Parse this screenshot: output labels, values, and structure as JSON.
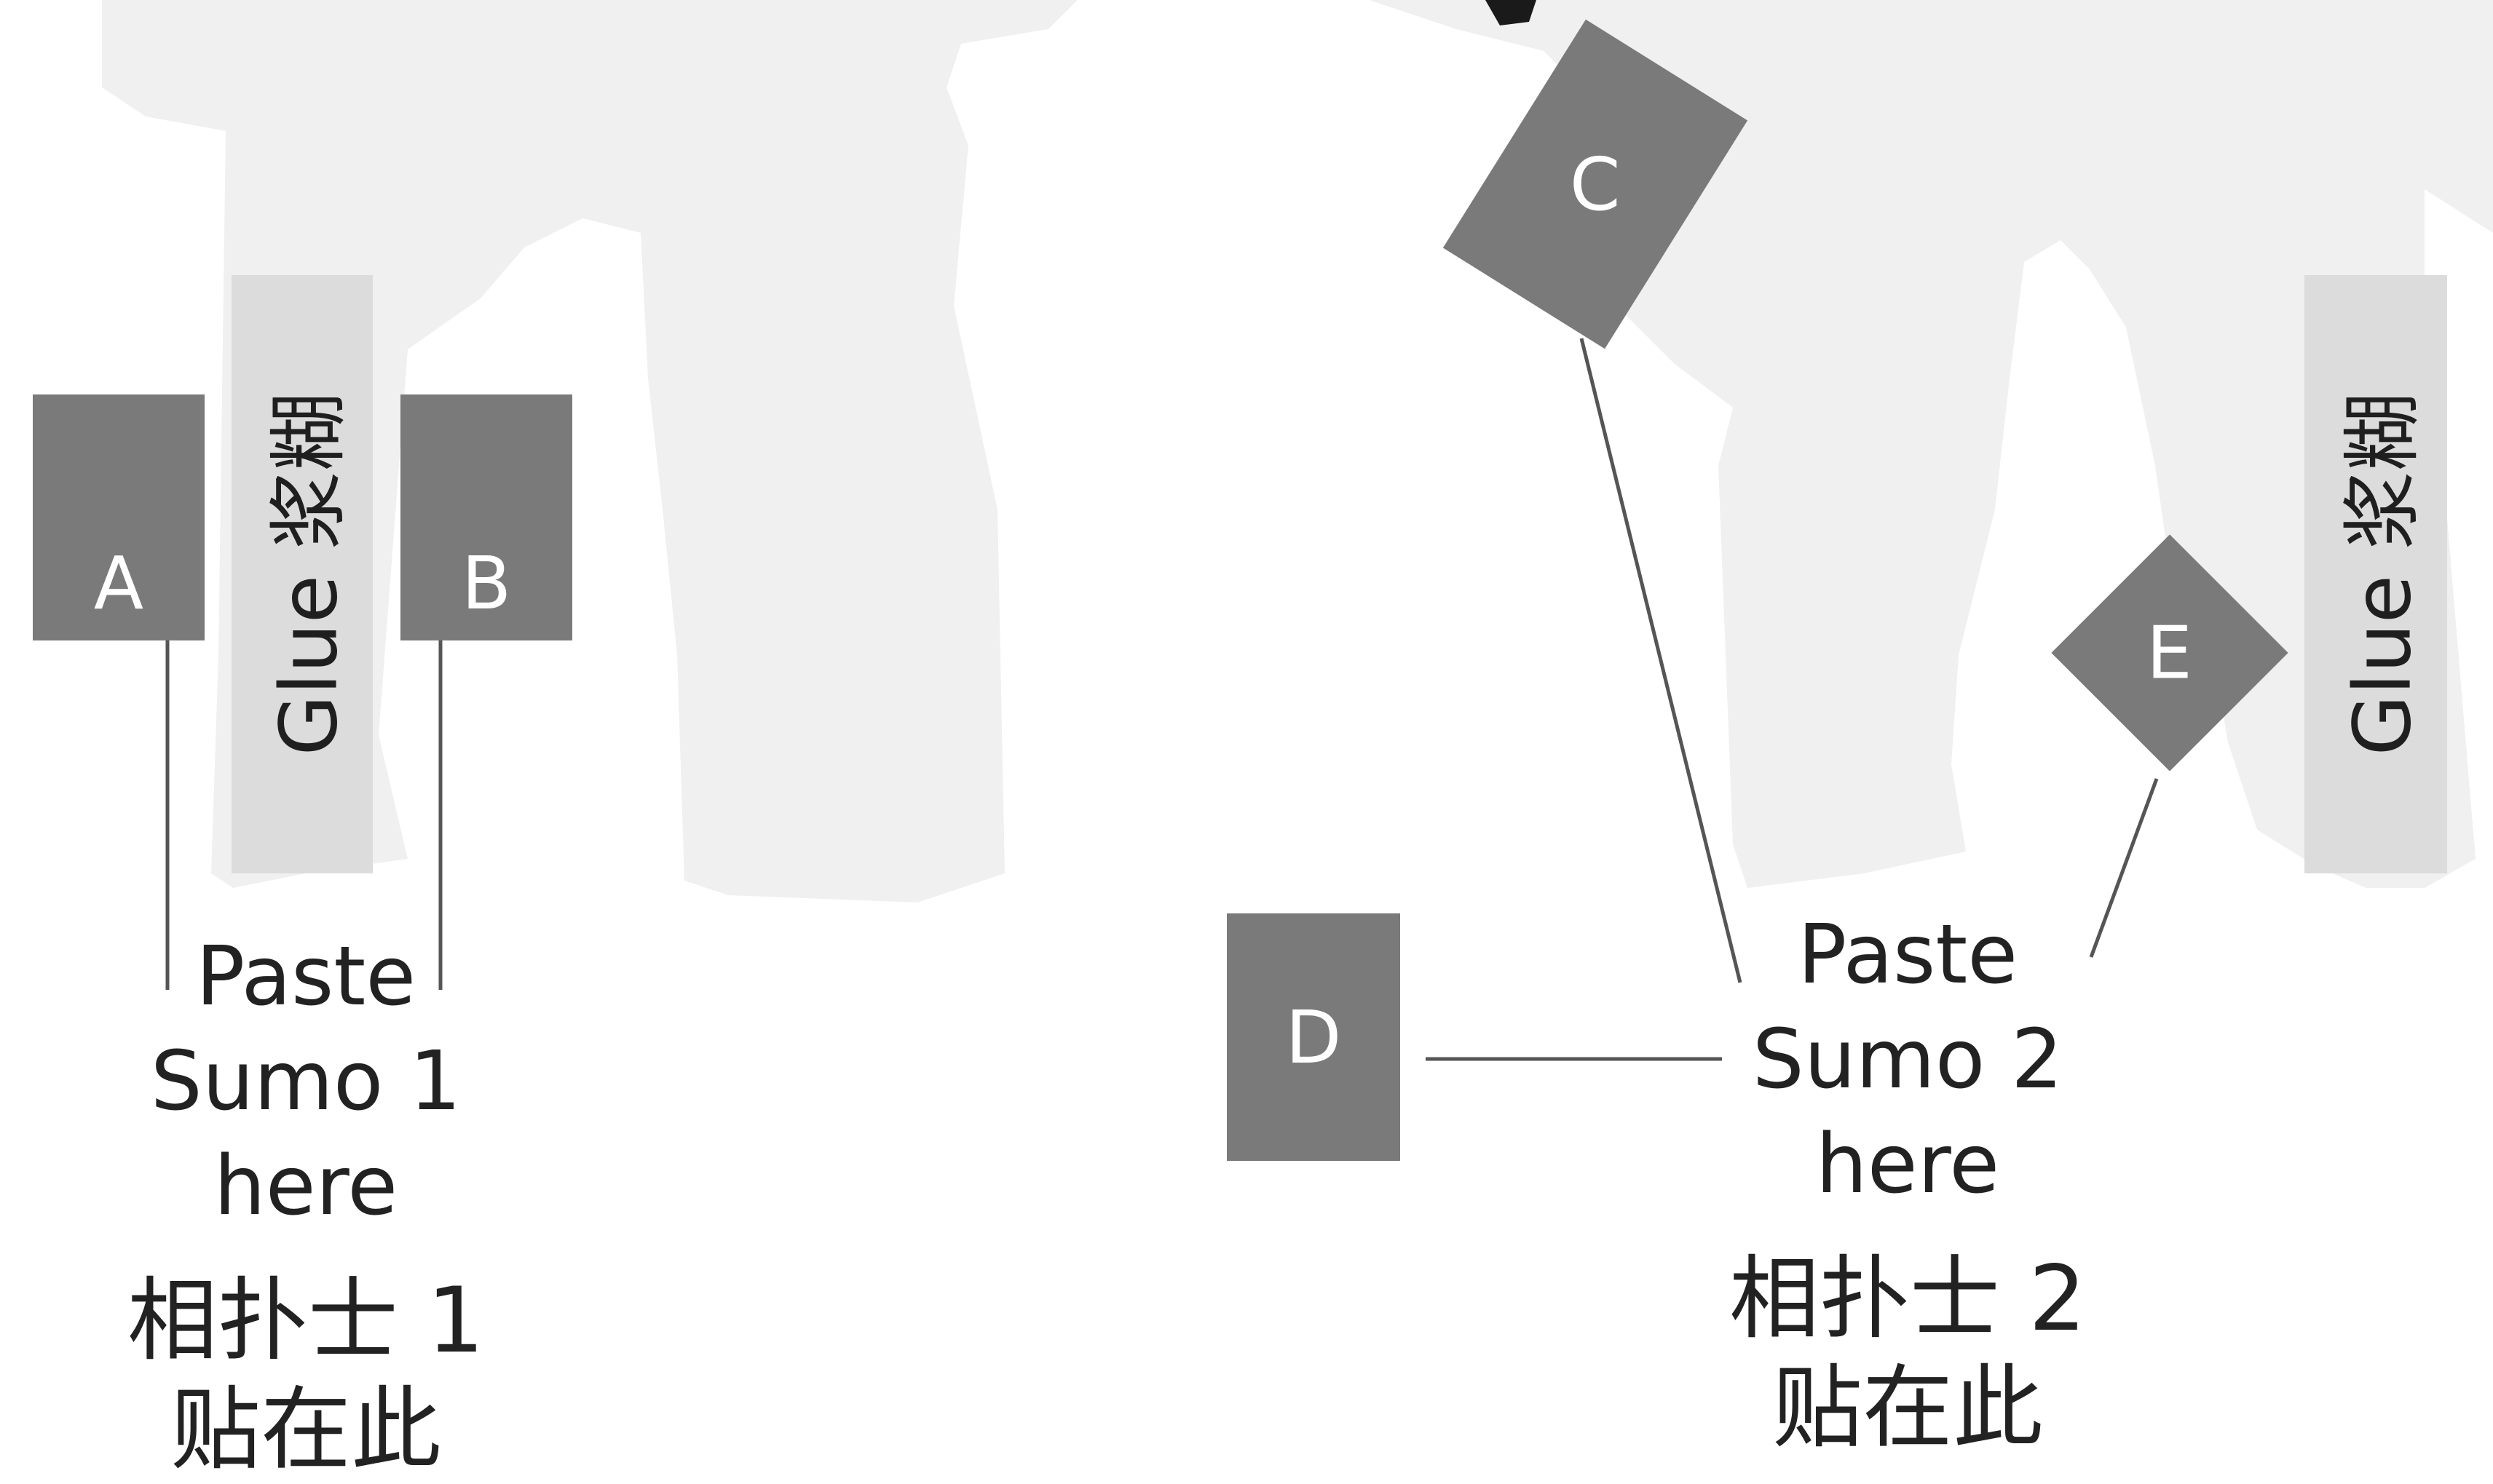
{
  "sumo1": {
    "tabs": {
      "a": "A",
      "b": "B"
    },
    "glue_label": "Glue 浆糊",
    "paste_line1": "Paste",
    "paste_line2": "Sumo 1",
    "paste_line3": "here",
    "cn_line1": "相扑士 1",
    "cn_line2": "贴在此"
  },
  "sumo2": {
    "tabs": {
      "c": "C",
      "d": "D",
      "e": "E"
    },
    "glue_label": "Glue 浆糊",
    "paste_line1": "Paste",
    "paste_line2": "Sumo 2",
    "paste_line3": "here",
    "cn_line1": "相扑士 2",
    "cn_line2": "贴在此"
  },
  "colors": {
    "background": "#ffffff",
    "silhouette": "#f0f0f0",
    "tab_fill": "#7a7a7a",
    "glue_strip": "#dcdcdc",
    "leader_line": "#555555",
    "text": "#222222"
  }
}
